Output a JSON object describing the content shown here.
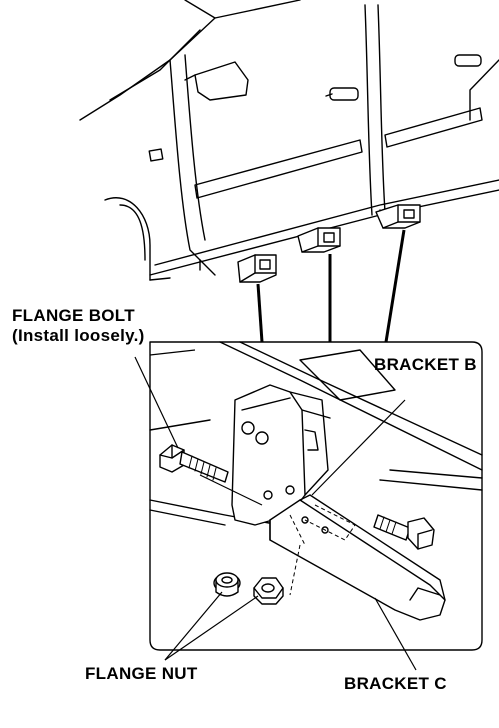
{
  "labels": {
    "flange_bolt": "FLANGE BOLT",
    "flange_bolt_note": "(Install loosely.)",
    "bracket_b": "BRACKET B",
    "flange_nut": "FLANGE NUT",
    "bracket_c": "BRACKET C"
  }
}
